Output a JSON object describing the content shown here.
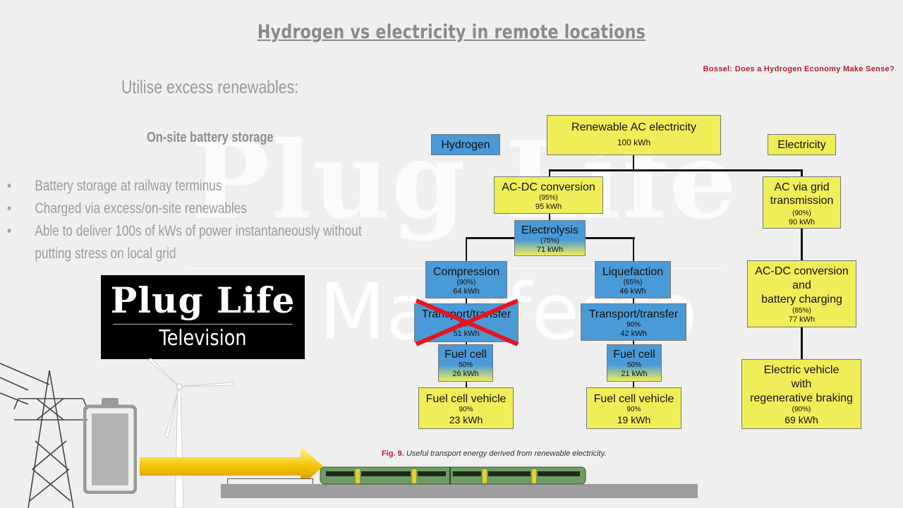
{
  "slide": {
    "title": "Hydrogen vs electricity in remote locations",
    "subheading": "Utilise excess renewables:",
    "section_title": "On-site battery storage",
    "bullets": [
      "Battery storage at railway terminus",
      "Charged via excess/on-site renewables",
      "Able to deliver 100s of kWs of power instantaneously without",
      "putting stress on local grid"
    ],
    "citation": "Bossel: Does a Hydrogen Economy Make Sense?"
  },
  "watermark": {
    "line1": "Plug Life",
    "line2": "Manifesto"
  },
  "logo": {
    "line1": "Plug Life",
    "line2": "Television"
  },
  "diagram": {
    "caption_label": "Fig. 9.",
    "caption_text": "Useful transport energy derived from renewable electricity.",
    "hydrogen_label": "Hydrogen",
    "electricity_label": "Electricity",
    "root": {
      "label": "Renewable AC electricity",
      "value": "100 kWh"
    },
    "acdc": {
      "label": "AC-DC conversion",
      "pct": "(95%)",
      "value": "95 kWh"
    },
    "electrolysis": {
      "label": "Electrolysis",
      "pct": "(75%)",
      "value": "71 kWh"
    },
    "compression": {
      "label": "Compression",
      "pct": "(90%)",
      "value": "64 kWh"
    },
    "transport_left": {
      "label": "Transport/transfer",
      "pct": "80%",
      "value": "51 kWh"
    },
    "fuelcell_left": {
      "label": "Fuel cell",
      "pct": "50%",
      "value": "26 kWh"
    },
    "fcv_left": {
      "label": "Fuel cell vehicle",
      "pct": "90%",
      "value": "23 kWh"
    },
    "liquefaction": {
      "label": "Liquefaction",
      "pct": "(65%)",
      "value": "46 kWh"
    },
    "transport_right": {
      "label": "Transport/transfer",
      "pct": "90%",
      "value": "42 kWh"
    },
    "fuelcell_right": {
      "label": "Fuel cell",
      "pct": "50%",
      "value": "21 kWh"
    },
    "fcv_right": {
      "label": "Fuel cell vehicle",
      "pct": "90%",
      "value": "19 kWh"
    },
    "grid": {
      "label1": "AC via grid",
      "label2": "transmission",
      "pct": "(90%)",
      "value": "90 kWh"
    },
    "charging": {
      "label1": "AC-DC conversion",
      "label2": "and",
      "label3": "battery charging",
      "pct": "(85%)",
      "value": "77 kWh"
    },
    "ev": {
      "label1": "Electric vehicle",
      "label2": "with",
      "label3": "regenerative braking",
      "pct": "(90%)",
      "value": "69 kWh"
    }
  },
  "colors": {
    "box_yellow": "#f0ee58",
    "box_blue": "#4a9ad8",
    "cross_red": "#e8141c",
    "caption_red": "#b0202e"
  },
  "icons": [
    "pylon-icon",
    "wind-turbine-icon",
    "battery-icon",
    "arrow-right-icon",
    "train-icon"
  ]
}
